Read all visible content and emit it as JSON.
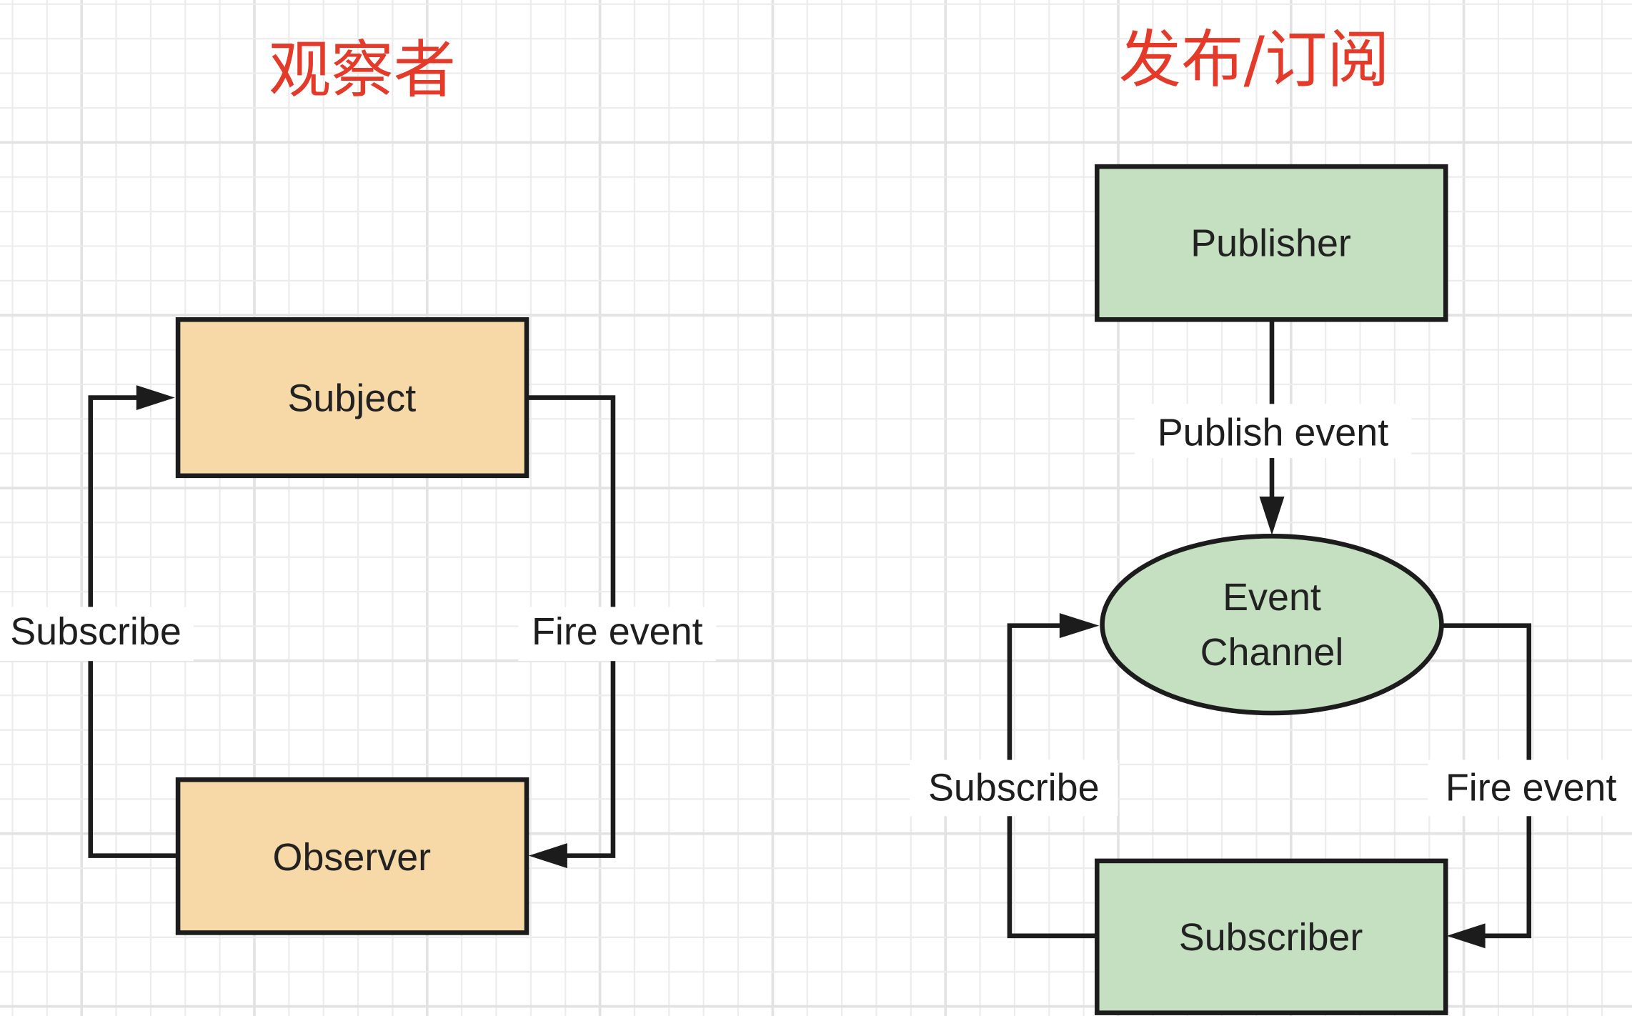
{
  "colors": {
    "title": "#e33a2a",
    "observer_fill": "#f7d9a8",
    "pubsub_fill": "#c5e0c0",
    "stroke": "#1c1c1c",
    "grid": "#e6e6e6"
  },
  "observer_pattern": {
    "title": "观察者",
    "nodes": {
      "subject": "Subject",
      "observer": "Observer"
    },
    "edges": {
      "subscribe": "Subscribe",
      "fire_event": "Fire event"
    }
  },
  "pubsub_pattern": {
    "title": "发布/订阅",
    "nodes": {
      "publisher": "Publisher",
      "event_channel_line1": "Event",
      "event_channel_line2": "Channel",
      "subscriber": "Subscriber"
    },
    "edges": {
      "publish_event": "Publish event",
      "subscribe": "Subscribe",
      "fire_event": "Fire event"
    }
  }
}
